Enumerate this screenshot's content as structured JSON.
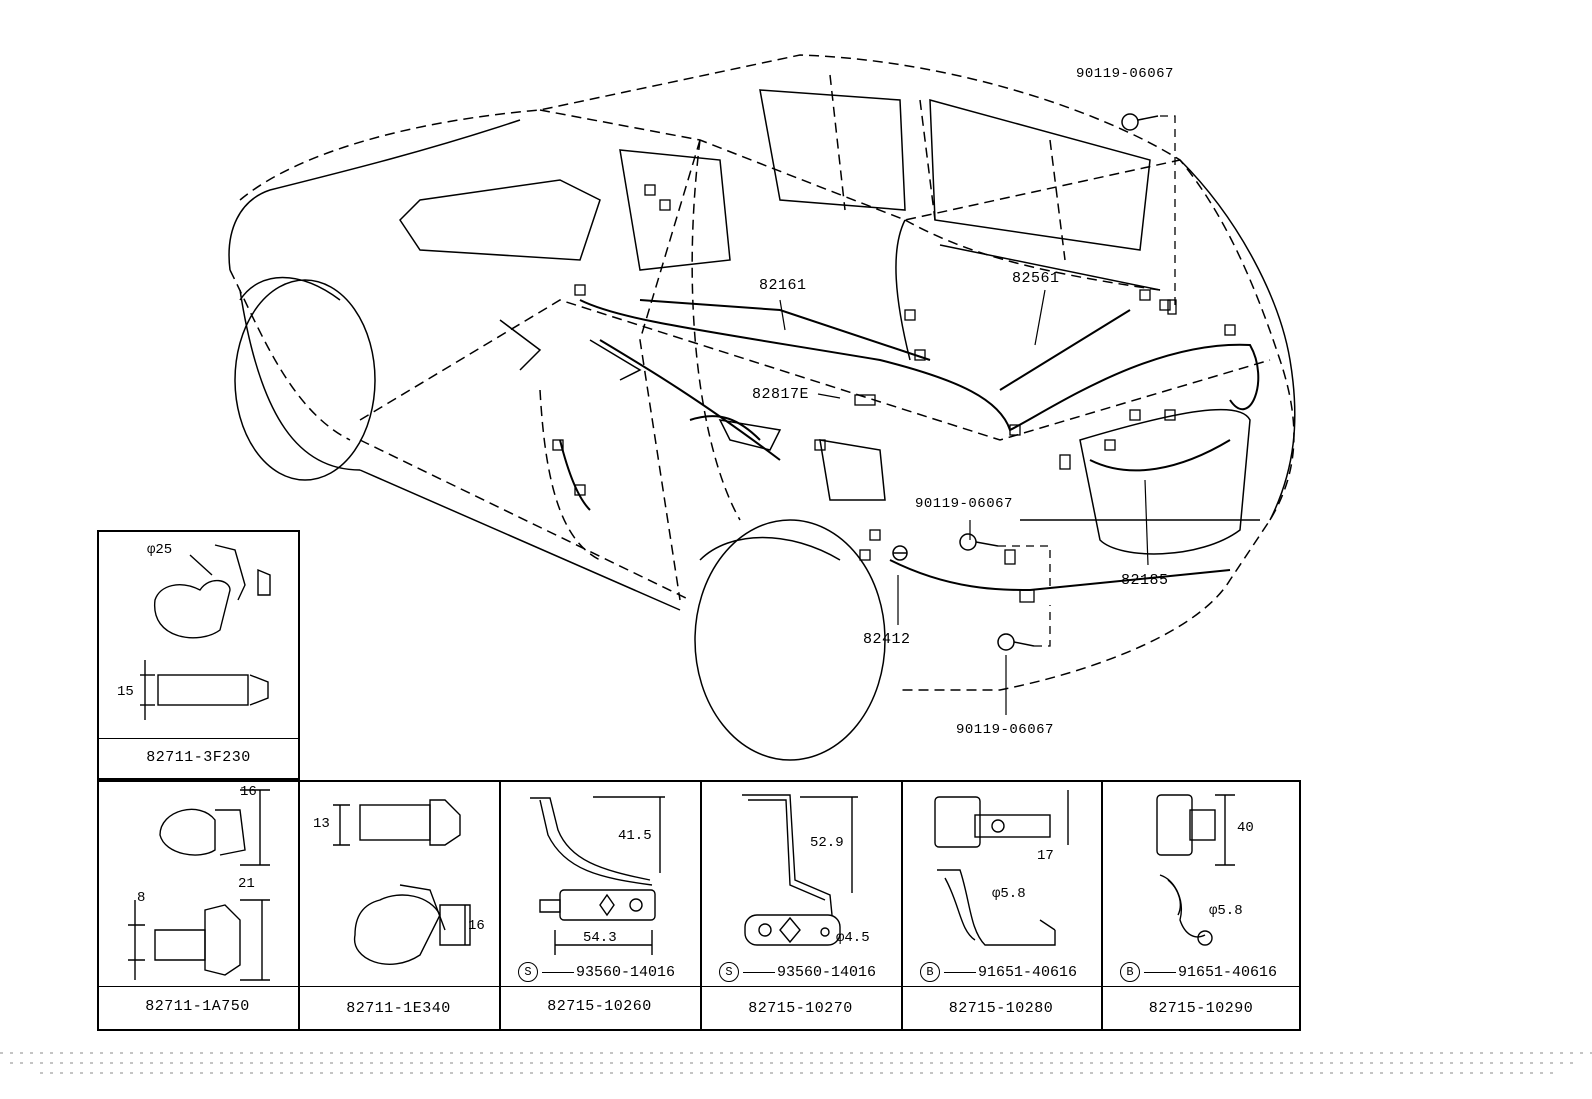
{
  "callouts": {
    "c82161": "82161",
    "c82561": "82561",
    "c82817E": "82817E",
    "c90119_top": "90119-06067",
    "c90119_mid": "90119-06067",
    "c90119_bot": "90119-06067",
    "c82185": "82185",
    "c82412": "82412"
  },
  "inset_top": {
    "caption": "82711-3F230",
    "dim_dia": "φ25",
    "dim_h": "15"
  },
  "table": {
    "cells": [
      {
        "caption": "82711-1A750",
        "dims": [
          "16",
          "21",
          "8"
        ]
      },
      {
        "caption": "82711-1E340",
        "dims": [
          "13",
          "16"
        ]
      },
      {
        "caption": "82715-10260",
        "dims": [
          "41.5",
          "54.3"
        ],
        "symbol": "S",
        "sub_pn": "93560-14016"
      },
      {
        "caption": "82715-10270",
        "dims": [
          "52.9",
          "φ4.5"
        ],
        "symbol": "S",
        "sub_pn": "93560-14016"
      },
      {
        "caption": "82715-10280",
        "dims": [
          "17",
          "φ5.8"
        ],
        "symbol": "B",
        "sub_pn": "91651-40616"
      },
      {
        "caption": "82715-10290",
        "dims": [
          "40",
          "φ5.8"
        ],
        "symbol": "B",
        "sub_pn": "91651-40616"
      }
    ]
  }
}
